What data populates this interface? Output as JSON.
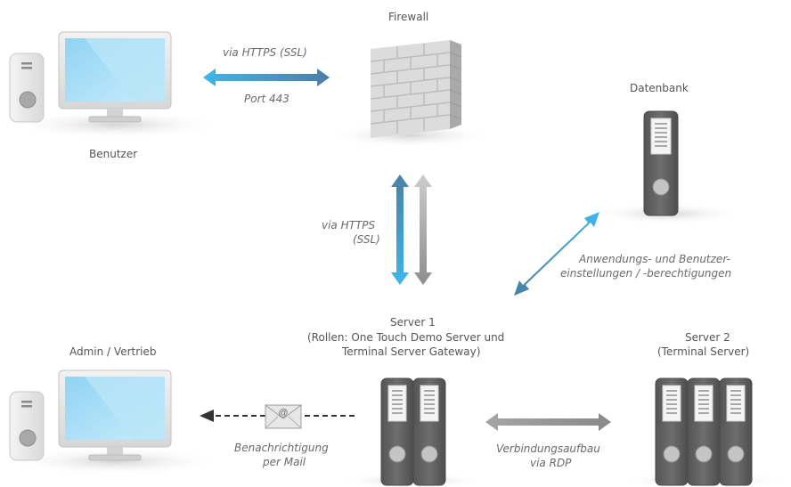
{
  "labels": {
    "firewall": "Firewall",
    "benutzer": "Benutzer",
    "datenbank": "Datenbank",
    "https_top": "via HTTPS (SSL)",
    "port": "Port 443",
    "https_vertical_1": "via HTTPS",
    "https_vertical_2": "(SSL)",
    "db_arrow_1": "Anwendungs- und Benutzer-",
    "db_arrow_2": "einstellungen / -berechtigungen",
    "server1_1": "Server 1",
    "server1_2": "(Rollen: One Touch Demo Server und",
    "server1_3": "Terminal Server Gateway)",
    "server2_1": "Server 2",
    "server2_2": "(Terminal Server)",
    "admin": "Admin / Vertrieb",
    "mail_1": "Benachrichtigung",
    "mail_2": "per Mail",
    "rdp_1": "Verbindungsaufbau",
    "rdp_2": "via RDP"
  },
  "icons": {
    "mail": "@"
  },
  "colors": {
    "blue": "#3fb6ea",
    "blue_dark": "#4a7fa5",
    "gray_arrow": "#9a9a9a",
    "server_dark": "#5f5f5f",
    "screen": "#a9dff5"
  }
}
